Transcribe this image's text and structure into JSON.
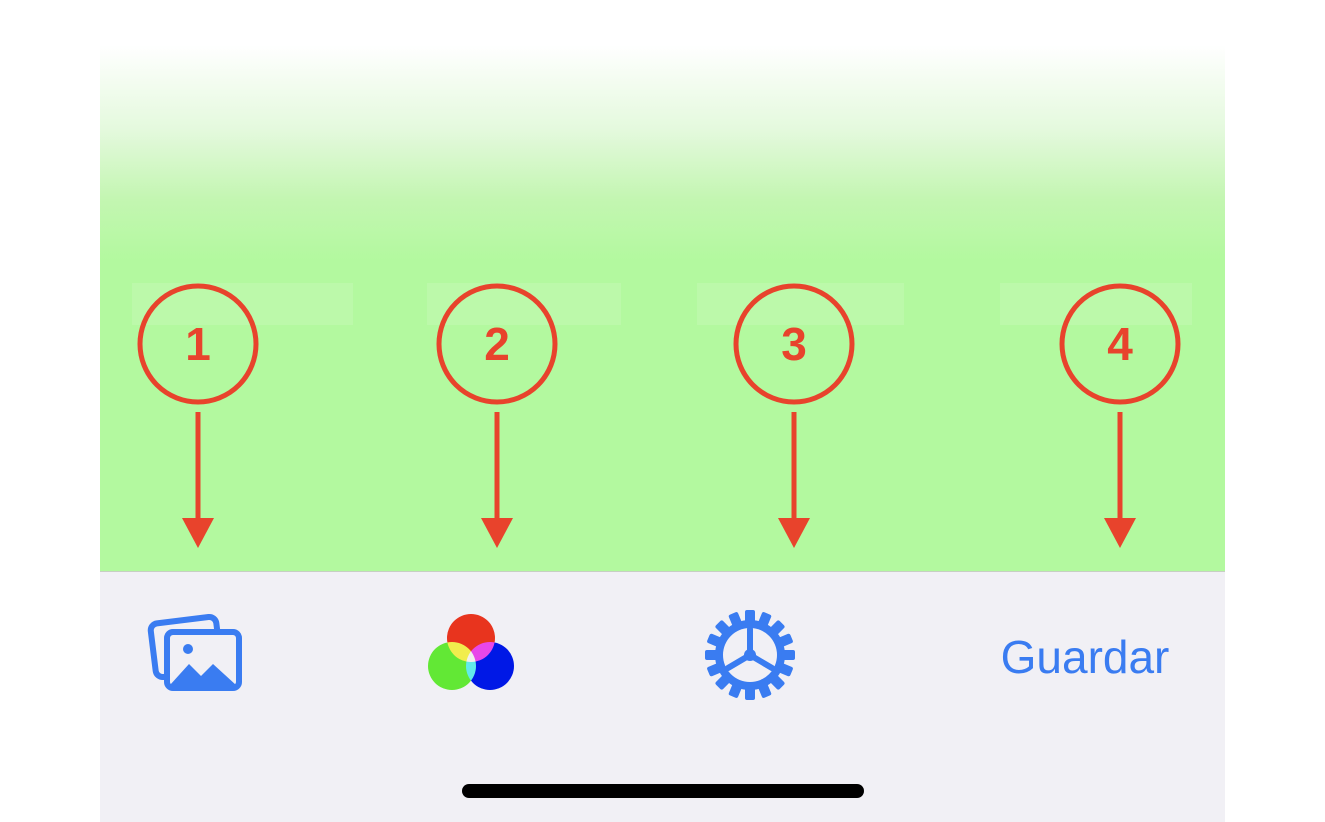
{
  "annotations": {
    "callouts": [
      {
        "number": "1",
        "target": "gallery-button"
      },
      {
        "number": "2",
        "target": "color-button"
      },
      {
        "number": "3",
        "target": "settings-button"
      },
      {
        "number": "4",
        "target": "save-button"
      }
    ],
    "color": "#e8432c"
  },
  "canvas": {
    "color": "#b3f99f"
  },
  "toolbar": {
    "background": "#f1f0f5",
    "accent": "#3a7cf1",
    "gallery_icon": "photo-gallery-icon",
    "color_icon": "rgb-color-circles-icon",
    "settings_icon": "gear-icon",
    "save_label": "Guardar"
  }
}
